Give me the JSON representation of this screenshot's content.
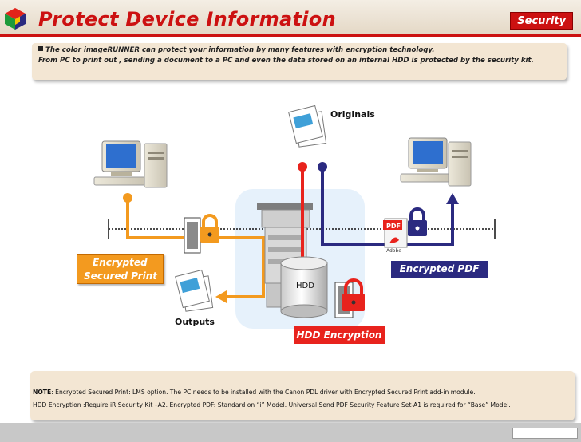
{
  "header": {
    "title": "Protect Device Information",
    "tag": "Security"
  },
  "intro": {
    "line1": "The color  imageRUNNER can protect your information by many features with encryption technology.",
    "line2": "From PC to print out , sending a document to a PC and even the data stored on an internal HDD is protected by the security kit."
  },
  "diagram": {
    "originals_label": "Originals",
    "outputs_label": "Outputs",
    "hdd_label": "HDD",
    "pdf_label": "PDF",
    "adobe_label": "Adobe",
    "encrypted_secured_print_line1": "Encrypted",
    "encrypted_secured_print_line2": "Secured Print",
    "encrypted_pdf": "Encrypted PDF",
    "hdd_encryption": "HDD Encryption",
    "colors": {
      "orange": "#f39a1f",
      "navy": "#2b2a80",
      "red": "#e8231d",
      "title_red": "#cc1111"
    }
  },
  "note": {
    "label": "NOTE",
    "line1": ": Encrypted Secured Print: LMS option. The PC needs to be installed with the Canon PDL driver with Encrypted Secured Print add-in module.",
    "line2": "HDD Encryption :Require iR Security Kit –A2. Encrypted PDF: Standard on “i” Model. Universal Send PDF Security Feature Set-A1 is required for “Base” Model."
  }
}
